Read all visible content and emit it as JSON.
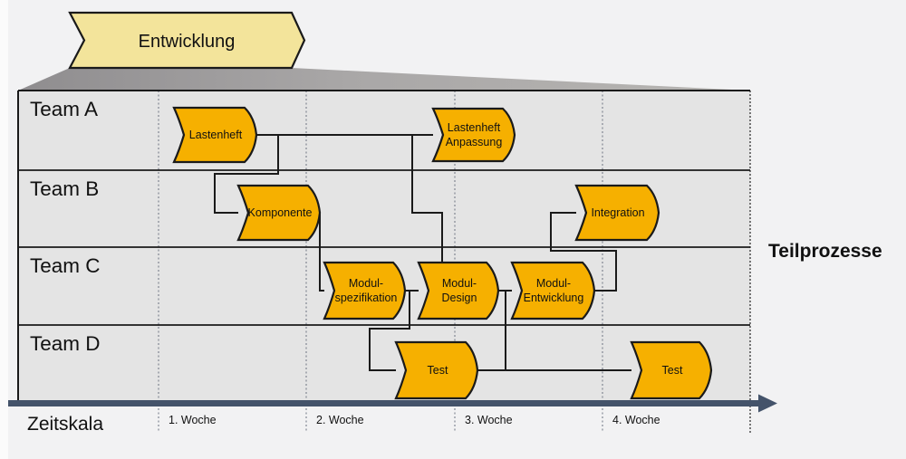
{
  "banner": {
    "label": "Entwicklung"
  },
  "matrix": {
    "teams": [
      {
        "label": "Team A"
      },
      {
        "label": "Team B"
      },
      {
        "label": "Team C"
      },
      {
        "label": "Team D"
      }
    ],
    "side_label": "Teilprozesse"
  },
  "timeline": {
    "label": "Zeitskala",
    "weeks": [
      {
        "label": "1. Woche"
      },
      {
        "label": "2. Woche"
      },
      {
        "label": "3. Woche"
      },
      {
        "label": "4. Woche"
      }
    ]
  },
  "shapes": {
    "lastenheft": {
      "lines": [
        "Lastenheft"
      ]
    },
    "lastenheft_anpassung": {
      "lines": [
        "Lastenheft",
        "Anpassung"
      ]
    },
    "komponente": {
      "lines": [
        "Komponente"
      ]
    },
    "integration": {
      "lines": [
        "Integration"
      ]
    },
    "modul_spezifikation": {
      "lines": [
        "Modul-",
        "spezifikation"
      ]
    },
    "modul_design": {
      "lines": [
        "Modul-",
        "Design"
      ]
    },
    "modul_entwicklung": {
      "lines": [
        "Modul-",
        "Entwicklung"
      ]
    },
    "test_1": {
      "lines": [
        "Test"
      ]
    },
    "test_2": {
      "lines": [
        "Test"
      ]
    }
  },
  "colors": {
    "process_fill": "#F6B000",
    "banner_fill": "#F3E49B",
    "timeline_bar": "#44536A",
    "row_fill": "#E4E4E4",
    "outline": "#1A1A1A"
  }
}
